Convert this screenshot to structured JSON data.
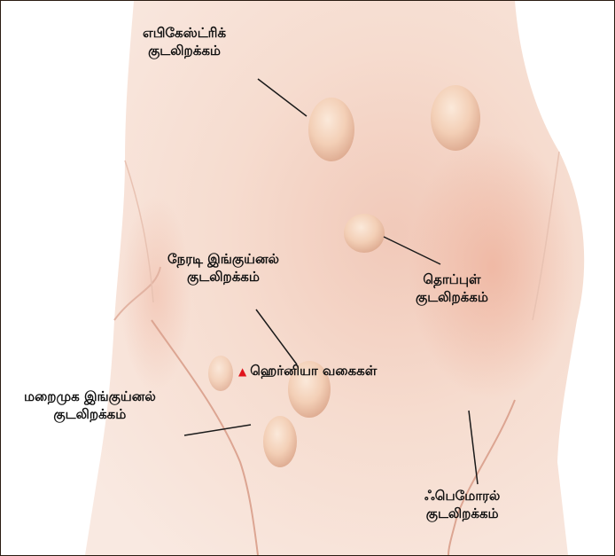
{
  "caption": {
    "marker_icon": "red-triangle-up",
    "text": "ஹெர்னியா வகைகள்",
    "marker_color": "#e0141c"
  },
  "labels": {
    "epigastric": {
      "line1": "எபிகேஸ்ட்ரிக்",
      "line2": "குடலிறக்கம்"
    },
    "umbilical": {
      "line1": "தொப்புள்",
      "line2": "குடலிறக்கம்"
    },
    "direct_inguinal": {
      "line1": "நேரடி இங்குய்னல்",
      "line2": "குடலிறக்கம்"
    },
    "indirect_inguinal": {
      "line1": "மறைமுக இங்குய்னல்",
      "line2": "குடலிறக்கம்"
    },
    "femoral": {
      "line1": "ஃபெமோரல்",
      "line2": "குடலிறக்கம்"
    }
  },
  "colors": {
    "skin": "#f7e2d8",
    "skin_shadow": "#efb8a4",
    "bulge": "#f4d0b6",
    "frame_border": "#2a1c12"
  }
}
